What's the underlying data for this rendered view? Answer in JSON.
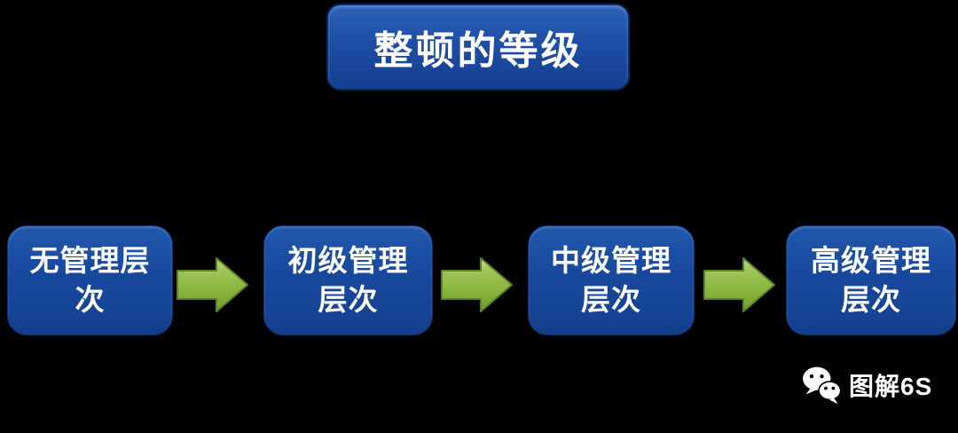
{
  "title": {
    "label": "整顿的等级"
  },
  "flow": {
    "steps": [
      {
        "line1": "无管理层",
        "line2": "次"
      },
      {
        "line1": "初级管理",
        "line2": "层次"
      },
      {
        "line1": "中级管理",
        "line2": "层次"
      },
      {
        "line1": "高级管理",
        "line2": "层次"
      }
    ],
    "arrow_icon": "arrow-right-icon"
  },
  "watermark": {
    "label": "图解6S",
    "icon": "wechat-icon"
  },
  "colors": {
    "background": "#000000",
    "box_blue": "#18489d",
    "title_blue": "#1f50a8",
    "arrow_green": "#8bb83e",
    "arrow_border": "#5d8226",
    "text": "#ffffff"
  }
}
